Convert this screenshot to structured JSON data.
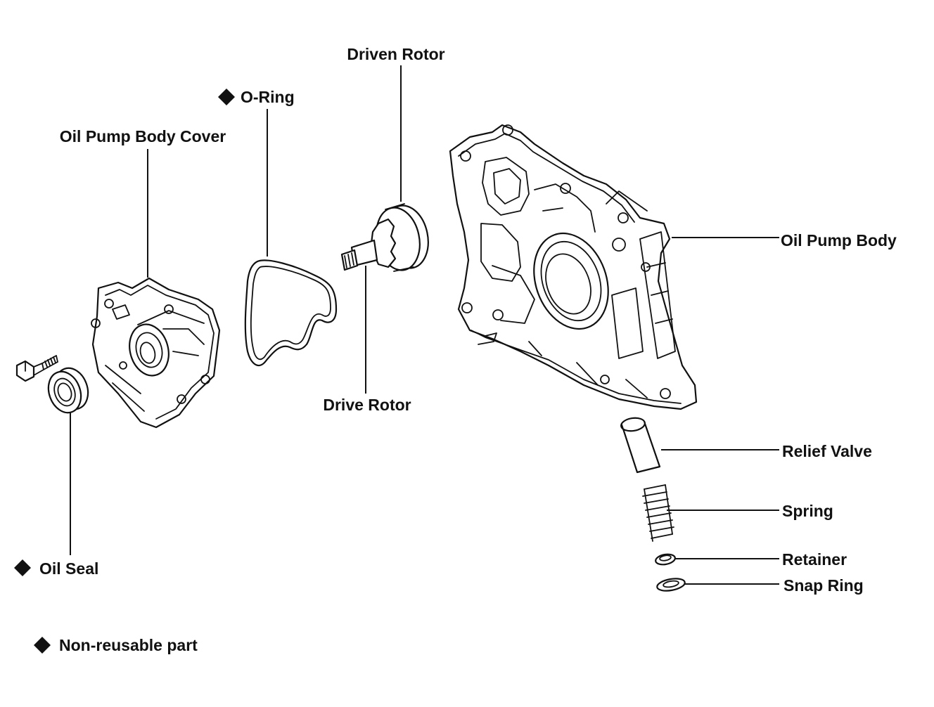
{
  "labels": {
    "driven_rotor": "Driven Rotor",
    "o_ring": "O-Ring",
    "oil_pump_body_cover": "Oil Pump Body Cover",
    "oil_pump_body": "Oil Pump Body",
    "drive_rotor": "Drive Rotor",
    "relief_valve": "Relief Valve",
    "spring": "Spring",
    "retainer": "Retainer",
    "snap_ring": "Snap Ring",
    "oil_seal": "Oil Seal"
  },
  "legend": {
    "symbol": "diamond",
    "text": "Non-reusable part"
  },
  "non_reusable_parts": [
    "O-Ring",
    "Oil Seal"
  ]
}
